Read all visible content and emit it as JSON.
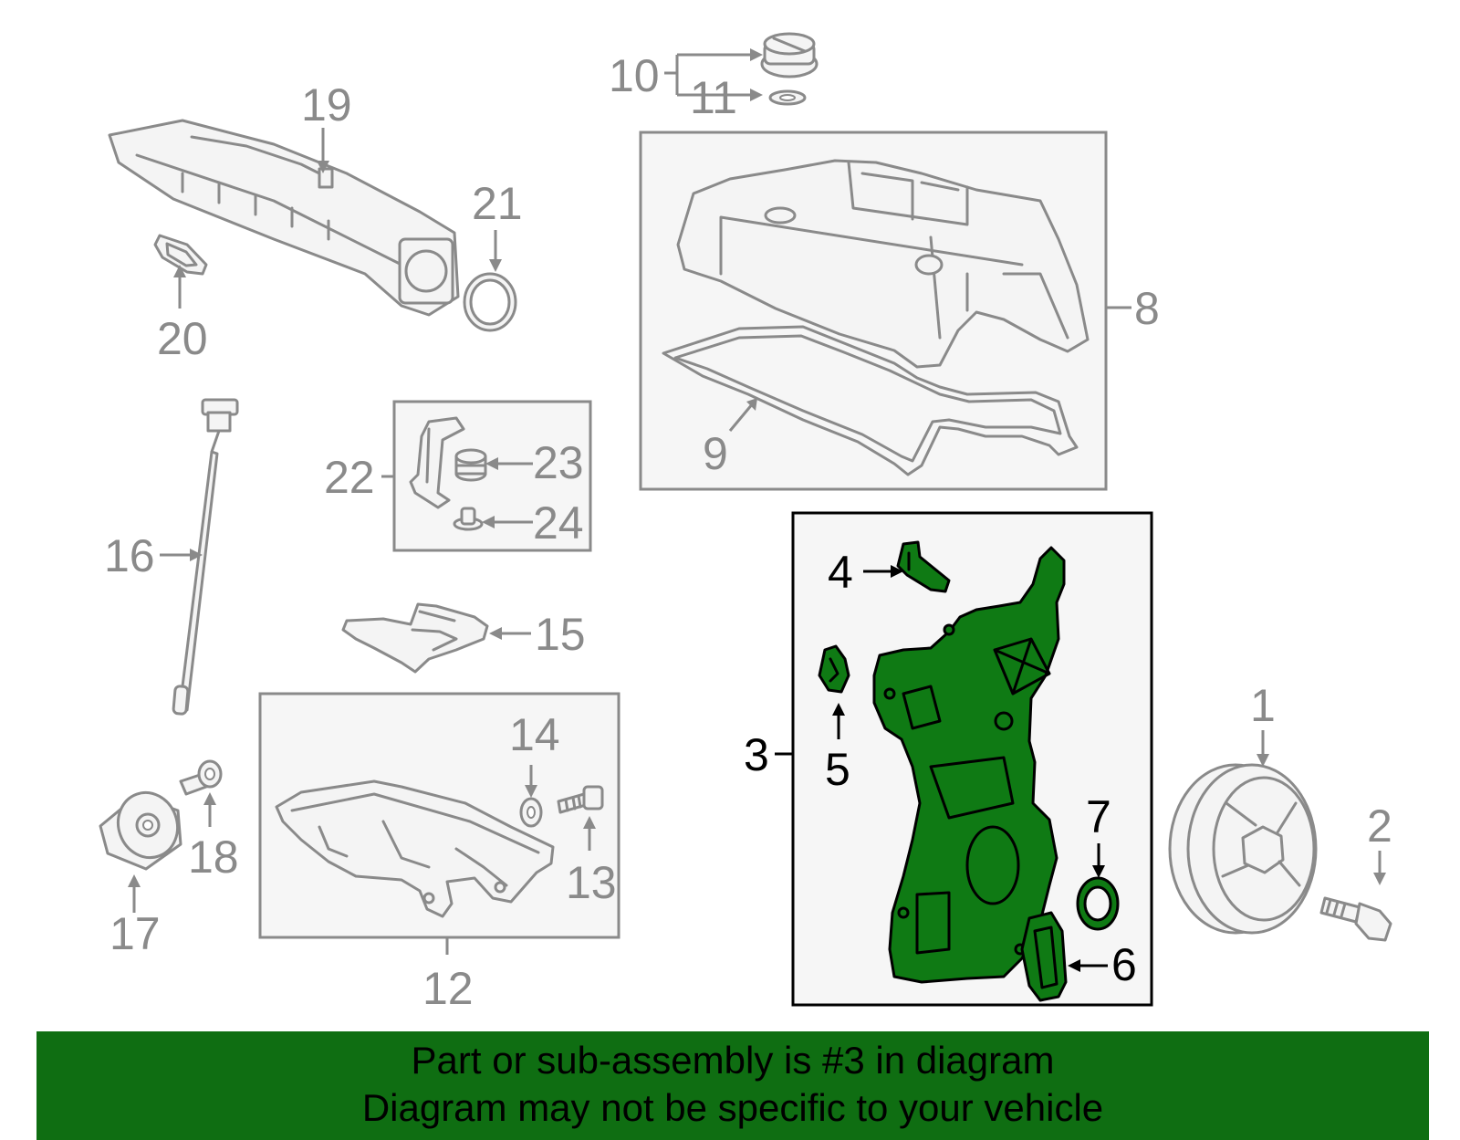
{
  "callouts": {
    "c1": "1",
    "c2": "2",
    "c3": "3",
    "c4": "4",
    "c5": "5",
    "c6": "6",
    "c7": "7",
    "c8": "8",
    "c9": "9",
    "c10": "10",
    "c11": "11",
    "c12": "12",
    "c13": "13",
    "c14": "14",
    "c15": "15",
    "c16": "16",
    "c17": "17",
    "c18": "18",
    "c19": "19",
    "c20": "20",
    "c21": "21",
    "c22": "22",
    "c23": "23",
    "c24": "24"
  },
  "highlight": {
    "part_number": "3",
    "color": "#0f7a14"
  },
  "colors": {
    "parts_gray": "#8a8a8a",
    "banner": "#0f6e12",
    "highlight_outline": "#000000"
  },
  "footer": {
    "line1": "Part or sub-assembly is #3 in diagram",
    "line2": "Diagram may not be specific to your vehicle"
  }
}
